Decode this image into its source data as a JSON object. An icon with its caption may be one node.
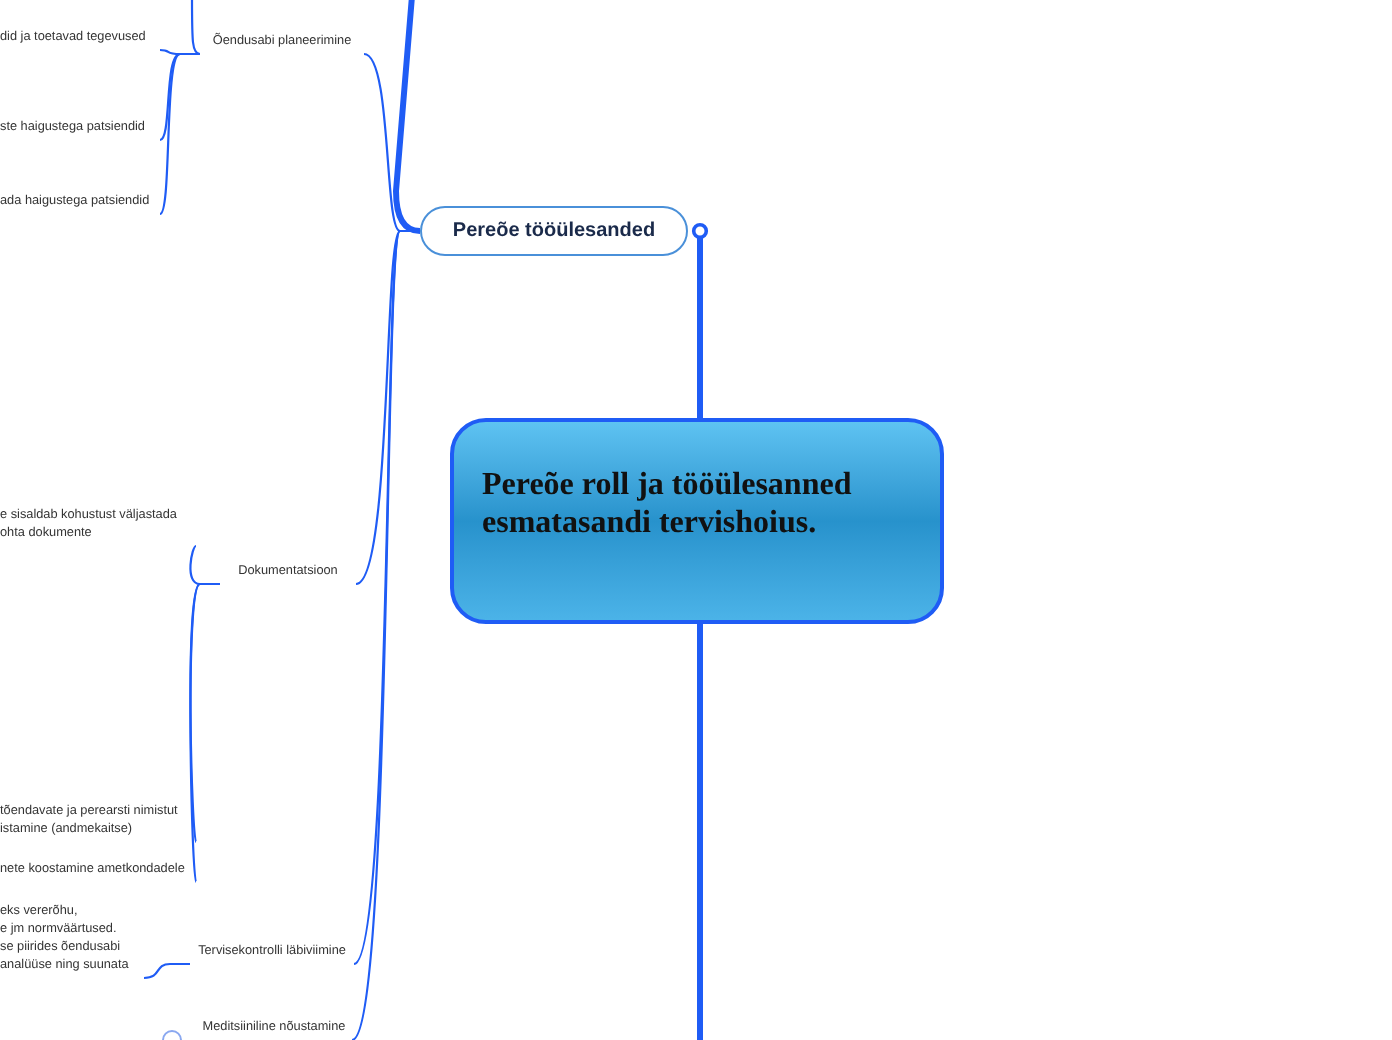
{
  "diagram": {
    "nodes": [
      {
        "text": [
          "Pereõe roll ja tööülesanned esmatasandi tervishoius."
        ]
      },
      {
        "text": [
          "Pereõe tööülesanded"
        ]
      },
      {
        "text": [
          "Õendusabi planeerimine"
        ]
      },
      {
        "text": [
          "did ja toetavad tegevused"
        ]
      },
      {
        "text": [
          "ste haigustega patsiendid"
        ]
      },
      {
        "text": [
          "ada haigustega patsiendid"
        ]
      },
      {
        "text": [
          "Dokumentatsioon"
        ]
      },
      {
        "text": [
          "e sisaldab kohustust väljastada",
          "ohta dokumente"
        ]
      },
      {
        "text": [
          "tõendavate ja perearsti nimistut",
          "istamine (andmekaitse)"
        ]
      },
      {
        "text": [
          "nete koostamine ametkondadele"
        ]
      },
      {
        "text": [
          "Tervisekontrolli läbiviimine"
        ]
      },
      {
        "text": [
          "eks vererõhu,",
          "e jm normväärtused.",
          "se piirides õendusabi",
          "analüüse ning suunata"
        ]
      },
      {
        "text": [
          "Meditsiiniline nõustamine"
        ]
      }
    ],
    "edges": [
      {
        "from": 1,
        "to": 0,
        "arrow": "other",
        "style": "thick"
      },
      {
        "from": 0,
        "to": null,
        "arrow": "none",
        "style": "thick"
      },
      {
        "from": null,
        "to": 1,
        "arrow": "none",
        "style": "thick"
      },
      {
        "from": 1,
        "to": 2,
        "arrow": "none"
      },
      {
        "from": 1,
        "to": 6,
        "arrow": "none"
      },
      {
        "from": 1,
        "to": 10,
        "arrow": "none"
      },
      {
        "from": 1,
        "to": 12,
        "arrow": "none"
      },
      {
        "from": 2,
        "to": null,
        "arrow": "none"
      },
      {
        "from": 2,
        "to": 3,
        "arrow": "none"
      },
      {
        "from": 2,
        "to": 4,
        "arrow": "none"
      },
      {
        "from": 2,
        "to": 5,
        "arrow": "none"
      },
      {
        "from": 6,
        "to": 7,
        "arrow": "none"
      },
      {
        "from": 6,
        "to": 8,
        "arrow": "none"
      },
      {
        "from": 6,
        "to": 9,
        "arrow": "none"
      },
      {
        "from": 10,
        "to": 11,
        "arrow": "none"
      }
    ]
  }
}
